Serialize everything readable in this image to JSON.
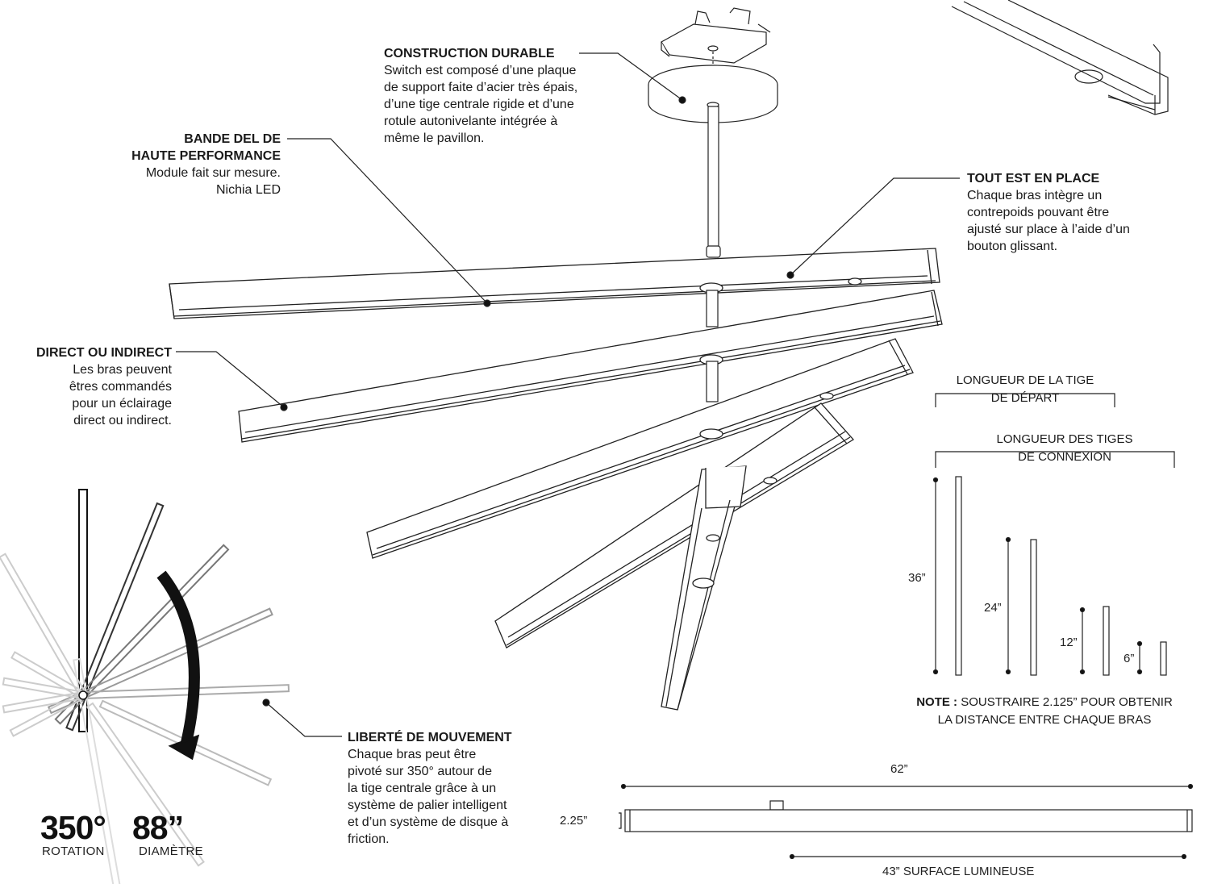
{
  "callouts": {
    "construction": {
      "title": "CONSTRUCTION DURABLE",
      "lines": [
        "Switch est composé d’une plaque",
        "de support faite d’acier très épais,",
        "d’une tige centrale rigide et d’une",
        "rotule autonivelante intégrée à",
        "même le pavillon."
      ]
    },
    "bande": {
      "title_lines": [
        "BANDE DEL DE",
        "HAUTE PERFORMANCE"
      ],
      "lines": [
        "Module fait sur mesure.",
        "Nichia LED"
      ]
    },
    "tout": {
      "title": "TOUT EST EN PLACE",
      "lines": [
        "Chaque bras intègre un",
        "contrepoids pouvant être",
        "ajusté sur place à l’aide d’un",
        "bouton glissant."
      ]
    },
    "direct": {
      "title": "DIRECT OU INDIRECT",
      "lines": [
        "Les bras peuvent",
        "êtres commandés",
        "pour un éclairage",
        "direct ou indirect."
      ]
    },
    "liberte": {
      "title": "LIBERTÉ DE MOUVEMENT",
      "lines": [
        "Chaque bras peut être",
        "pivoté sur 350° autour de",
        "la tige centrale grâce à un",
        "système de palier intelligent",
        "et d’un système de disque à",
        "friction."
      ]
    }
  },
  "specs": {
    "rotation_value": "350°",
    "rotation_label": "ROTATION",
    "diameter_value": "88”",
    "diameter_label": "DIAMÈTRE"
  },
  "rods": {
    "start_length_lines": [
      "LONGUEUR DE LA TIGE",
      "DE DÉPART"
    ],
    "connection_length_lines": [
      "LONGUEUR DES TIGES",
      "DE CONNEXION"
    ],
    "sizes": [
      "36”",
      "24”",
      "12”",
      "6”"
    ],
    "note_bold": "NOTE :",
    "note_rest": "SOUSTRAIRE 2.125” POUR OBTENIR",
    "note_line2": "LA DISTANCE ENTRE CHAQUE BRAS"
  },
  "dimensions": {
    "length": "62”",
    "height": "2.25”",
    "lit_surface": "43” SURFACE LUMINEUSE"
  }
}
